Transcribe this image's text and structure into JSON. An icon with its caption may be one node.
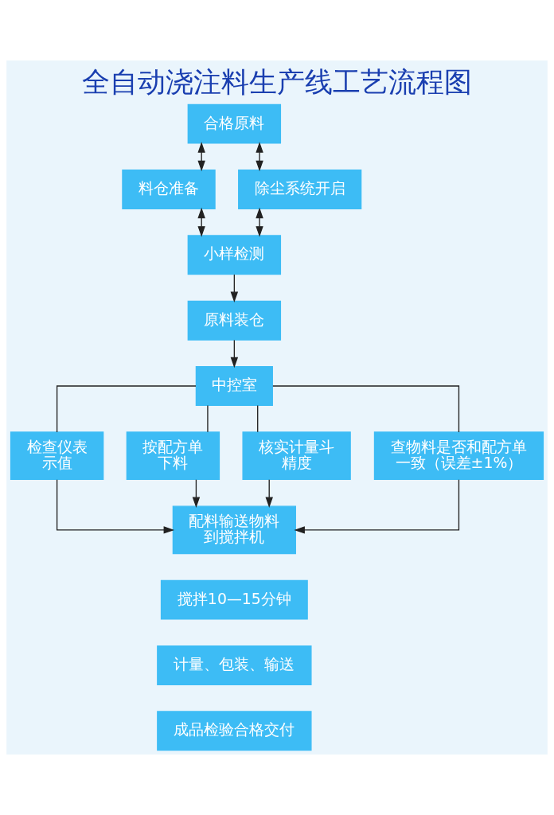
{
  "diagram": {
    "title": "全自动浇注料生产线工艺流程图",
    "nodes": [
      {
        "text": [
          "合格原料"
        ]
      },
      {
        "text": [
          "料仓准备"
        ]
      },
      {
        "text": [
          "除尘系统开启"
        ]
      },
      {
        "text": [
          "小样检测"
        ]
      },
      {
        "text": [
          "原料装仓"
        ]
      },
      {
        "text": [
          "中控室"
        ]
      },
      {
        "text": [
          "检查仪表示值"
        ]
      },
      {
        "text": [
          "按配方单下料"
        ]
      },
      {
        "text": [
          "核实计量斗精度"
        ]
      },
      {
        "text": [
          "查物料是否和配方单一致（误差±1%）"
        ]
      },
      {
        "text": [
          "配料输送物料到搅拌机"
        ]
      },
      {
        "text": [
          "搅拌10—15分钟"
        ]
      },
      {
        "text": [
          "计量、包装、输送"
        ]
      },
      {
        "text": [
          "成品检验合格交付"
        ]
      }
    ],
    "edges": [
      {
        "from": 0,
        "to": 1,
        "arrow": "both"
      },
      {
        "from": 0,
        "to": 2,
        "arrow": "both"
      },
      {
        "from": 1,
        "to": 3,
        "arrow": "both"
      },
      {
        "from": 2,
        "to": 3,
        "arrow": "both"
      },
      {
        "from": 3,
        "to": 4,
        "arrow": "to"
      },
      {
        "from": 4,
        "to": 5,
        "arrow": "to"
      },
      {
        "from": 5,
        "to": 6,
        "arrow": "none"
      },
      {
        "from": 5,
        "to": 7,
        "arrow": "none"
      },
      {
        "from": 5,
        "to": 8,
        "arrow": "none"
      },
      {
        "from": 5,
        "to": 9,
        "arrow": "none"
      },
      {
        "from": 6,
        "to": 10,
        "arrow": "to"
      },
      {
        "from": 7,
        "to": 10,
        "arrow": "to"
      },
      {
        "from": 8,
        "to": 10,
        "arrow": "to"
      },
      {
        "from": 9,
        "to": 10,
        "arrow": "to"
      }
    ]
  }
}
